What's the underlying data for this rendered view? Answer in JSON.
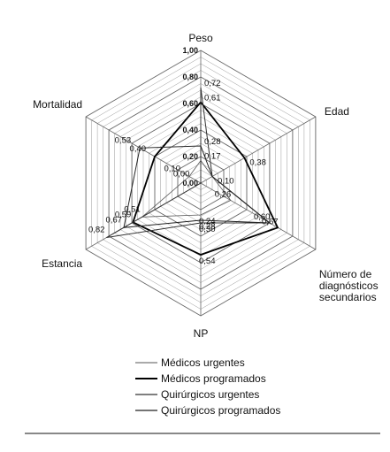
{
  "chart_data": {
    "type": "radar",
    "axes": [
      "Peso",
      "Edad",
      "Número de diagnósticos secundarios",
      "NP",
      "Estancia",
      "Mortalidad"
    ],
    "axis_label_lines": [
      [
        "Peso"
      ],
      [
        "Edad"
      ],
      [
        "Número de",
        "diagnósticos",
        "secundarios"
      ],
      [
        "NP"
      ],
      [
        "Estancia"
      ],
      [
        "Mortalidad"
      ]
    ],
    "r_ticks": [
      "0,00",
      "0,20",
      "0,40",
      "0,60",
      "0,80",
      "1,00"
    ],
    "rlim": [
      0,
      1
    ],
    "grid": true,
    "series": [
      {
        "name": "Médicos urgentes",
        "color": "#555555",
        "width": 0.8,
        "values": [
          0.17,
          0.1,
          0.26,
          0.24,
          0.51,
          0.1
        ]
      },
      {
        "name": "Médicos programados",
        "color": "#000000",
        "width": 1.8,
        "values": [
          0.61,
          0.38,
          0.67,
          0.54,
          0.59,
          0.4
        ]
      },
      {
        "name": "Quirúrgicos urgentes",
        "color": "#333333",
        "width": 1.0,
        "values": [
          0.72,
          0.1,
          0.6,
          0.3,
          0.82,
          0.0
        ]
      },
      {
        "name": "Quirúrgicos programados",
        "color": "#222222",
        "width": 1.0,
        "values": [
          0.28,
          0.1,
          0.6,
          0.28,
          0.67,
          0.53
        ]
      }
    ],
    "value_labels": [
      {
        "axis": 0,
        "text": "0,72"
      },
      {
        "axis": 0,
        "text": "0,61"
      },
      {
        "axis": 0,
        "text": "0,28"
      },
      {
        "axis": 0,
        "text": "0,17"
      },
      {
        "axis": 1,
        "text": "0,38"
      },
      {
        "axis": 1,
        "text": "0,10"
      },
      {
        "axis": 2,
        "text": "0,26"
      },
      {
        "axis": 2,
        "text": "0,60"
      },
      {
        "axis": 2,
        "text": "0,67"
      },
      {
        "axis": 3,
        "text": "0,24"
      },
      {
        "axis": 3,
        "text": "0,28"
      },
      {
        "axis": 3,
        "text": "0,30"
      },
      {
        "axis": 3,
        "text": "0,54"
      },
      {
        "axis": 4,
        "text": "0,82"
      },
      {
        "axis": 4,
        "text": "0,67"
      },
      {
        "axis": 4,
        "text": "0,59"
      },
      {
        "axis": 4,
        "text": "0,51"
      },
      {
        "axis": 5,
        "text": "0,53"
      },
      {
        "axis": 5,
        "text": "0,40"
      },
      {
        "axis": 5,
        "text": "0,10"
      },
      {
        "axis": 5,
        "text": "0,00"
      }
    ],
    "legend": {
      "position": "bottom"
    }
  }
}
